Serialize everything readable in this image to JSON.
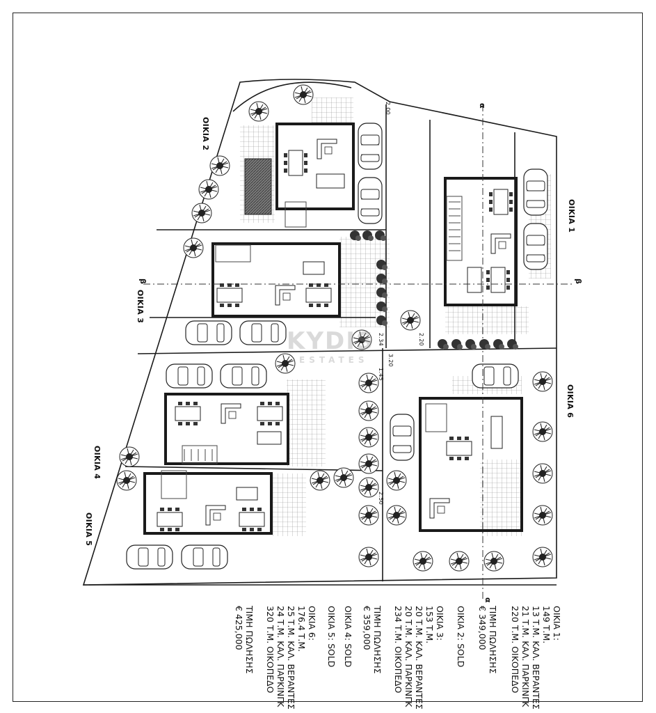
{
  "title": "",
  "watermark": {
    "brand": "KYDIS",
    "sub": "ESTATES"
  },
  "house_labels": {
    "h1": "ΟΙΚΙΑ 1",
    "h2": "ΟΙΚΙΑ 2",
    "h3": "ΟΙΚΙΑ 3",
    "h4": "ΟΙΚΙΑ 4",
    "h5": "ΟΙΚΙΑ 5",
    "h6": "ΟΙΚΙΑ 6"
  },
  "section_marks": {
    "alpha": "α",
    "beta": "β"
  },
  "notes": {
    "h1": [
      "ΟΙΚΙΑ 1:",
      "149 Τ.Μ.",
      "13 Τ.Μ. ΚΑΛ. ΒΕΡΑΝΤΕΣ",
      "21 Τ.Μ. ΚΑΛ. ΠΑΡΚΙΝΓΚ",
      "220 Τ.Μ. ΟΙΚΟΠΕΔΟ"
    ],
    "h1_price": [
      "ΤΙΜΗ ΠΩΛΗΣΗΣ",
      "€ 349,000"
    ],
    "h2": [
      "ΟΙΚΙΑ 2: SOLD"
    ],
    "h3": [
      "ΟΙΚΙΑ 3:",
      "153 Τ.Μ.",
      "20 Τ.Μ. ΚΑΛ. ΒΕΡΑΝΤΕΣ",
      "20 Τ.Μ. ΚΑΛ. ΠΑΡΚΙΝΓΚ",
      "234 Τ.Μ. ΟΙΚΟΠΕΔΟ"
    ],
    "h3_price": [
      "ΤΙΜΗ ΠΩΛΗΣΗΣ",
      "€ 359,000"
    ],
    "h4": [
      "ΟΙΚΙΑ 4: SOLD"
    ],
    "h5": [
      "ΟΙΚΙΑ 5: SOLD"
    ],
    "h6": [
      "ΟΙΚΙΑ 6:",
      "176.4 Τ.Μ.",
      "25 Τ.Μ. ΚΑΛ. ΒΕΡΑΝΤΕΣ",
      "24 Τ.Μ. ΚΑΛ. ΠΑΡΚΙΝΓΚ",
      "320 Τ.Μ. ΟΙΚΟΠΕΔΟ"
    ],
    "h6_price": [
      "ΤΙΜΗ ΠΩΛΗΣΗΣ",
      "€ 425,000"
    ]
  },
  "dimension_marks": [
    "2.00",
    "2.20",
    "2.34",
    "2.50",
    "3.20",
    "1.45"
  ],
  "colors": {
    "line": "#1a1a1a",
    "hatch": "#9a9a9a",
    "tree": "#2b2b2b",
    "hatch_dark": "#555555"
  }
}
